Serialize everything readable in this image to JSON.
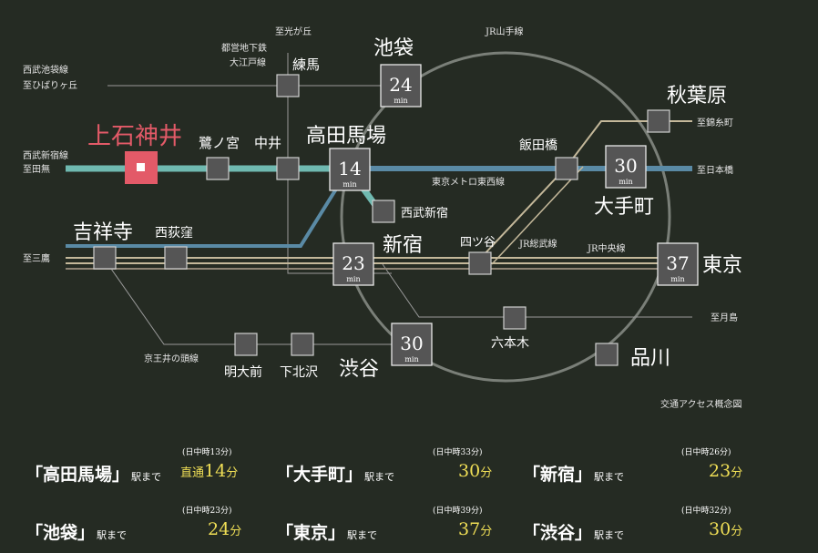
{
  "colors": {
    "background": "#252b23",
    "seibu_shinjuku_line": "#6fb9b0",
    "tozai_line": "#5a8aa5",
    "chuo_line": "#c4b89a",
    "highlight_station": "#e35a68",
    "time_text": "#f0df56"
  },
  "map": {
    "caption": "交通アクセス概念図",
    "stations": {
      "kamishakujii": "上石神井",
      "saginomiya": "鷺ノ宮",
      "nakai": "中井",
      "takadanobaba": "高田馬場",
      "nerima": "練馬",
      "ikebukuro": "池袋",
      "seibu_shinjuku": "西武新宿",
      "iidabashi": "飯田橋",
      "akihabara": "秋葉原",
      "otemachi": "大手町",
      "kichijoji": "吉祥寺",
      "nishiogikubo": "西荻窪",
      "shinjuku": "新宿",
      "yotsuya": "四ツ谷",
      "tokyo": "東京",
      "meidaimae": "明大前",
      "shimokitazawa": "下北沢",
      "shibuya": "渋谷",
      "roppongi": "六本木",
      "shinagawa": "品川"
    },
    "lines": {
      "seibu_shinjuku_line": "西武新宿線",
      "seibu_ikebukuro_line": "西武池袋線",
      "toei_oedo_line_1": "都営地下鉄",
      "toei_oedo_line_2": "大江戸線",
      "yamanote": "JR山手線",
      "tozai": "東京メトロ東西線",
      "sobu": "JR総武線",
      "chuo": "JR中央線",
      "inokashira": "京王井の頭線"
    },
    "directions": {
      "tanashi": "至田無",
      "hibarigaoka": "至ひばりヶ丘",
      "hikarigaoka": "至光が丘",
      "kinshicho": "至錦糸町",
      "nihonbashi": "至日本橋",
      "mitaka": "至三鷹",
      "tsukishima": "至月島"
    },
    "times": {
      "ikebukuro": "24",
      "takadanobaba": "14",
      "otemachi": "30",
      "shinjuku": "23",
      "tokyo": "37",
      "shibuya": "30"
    },
    "min_label": "min"
  },
  "access_times": [
    {
      "station": "高田馬場",
      "suffix": "駅まで",
      "note": "(日中時13分)",
      "prefix": "直通",
      "time": "14",
      "unit": "分"
    },
    {
      "station": "大手町",
      "suffix": "駅まで",
      "note": "(日中時33分)",
      "prefix": "",
      "time": "30",
      "unit": "分"
    },
    {
      "station": "新宿",
      "suffix": "駅まで",
      "note": "(日中時26分)",
      "prefix": "",
      "time": "23",
      "unit": "分"
    },
    {
      "station": "池袋",
      "suffix": "駅まで",
      "note": "(日中時23分)",
      "prefix": "",
      "time": "24",
      "unit": "分"
    },
    {
      "station": "東京",
      "suffix": "駅まで",
      "note": "(日中時39分)",
      "prefix": "",
      "time": "37",
      "unit": "分"
    },
    {
      "station": "渋谷",
      "suffix": "駅まで",
      "note": "(日中時32分)",
      "prefix": "",
      "time": "30",
      "unit": "分"
    }
  ]
}
